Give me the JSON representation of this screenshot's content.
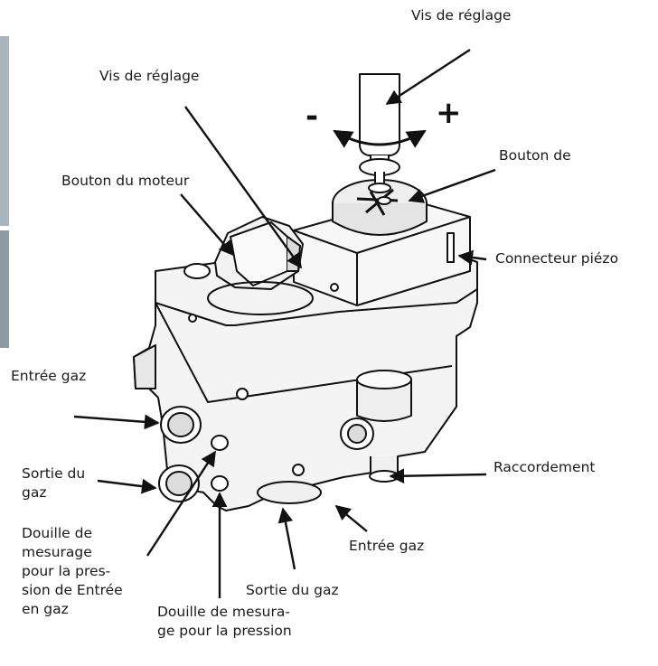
{
  "labels": {
    "vis_reglage_top": "Vis de réglage",
    "vis_reglage_left": "Vis de réglage",
    "bouton_moteur": "Bouton du moteur",
    "bouton_de": "Bouton de",
    "connecteur_piezo": "Connecteur piézo",
    "entree_gaz_left": "Entrée gaz",
    "sortie_gaz_left": "Sortie du\ngaz",
    "douille_entree": "Douille de\nmesurage\npour la pres-\nsion de Entrée\nen gaz",
    "douille_sortie": "Douille de mesura-\nge pour la pression",
    "sortie_gaz_bottom": "Sortie du gaz",
    "entree_gaz_bottom": "Entrée gaz",
    "raccordement": "Raccordement"
  },
  "signs": {
    "minus": "-",
    "plus": "+"
  },
  "colors": {
    "line": "#111111",
    "body_fill": "#f4f4f4",
    "shade": "#d9d9d9",
    "text": "#1a1a1a"
  }
}
